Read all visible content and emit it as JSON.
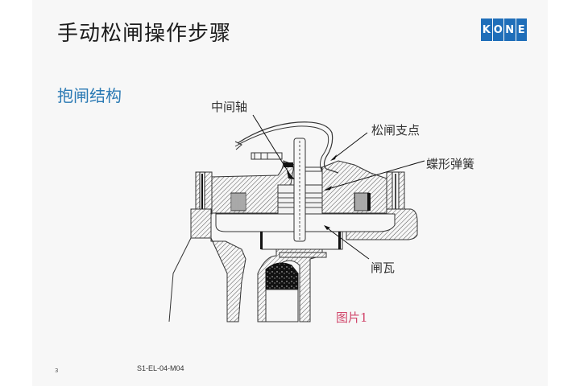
{
  "slide": {
    "title": "手动松闸操作步骤",
    "subtitle": "抱闸结构",
    "logo": {
      "text": "KONE",
      "letters": [
        "K",
        "O",
        "N",
        "E"
      ],
      "color": "#1f6eb9"
    },
    "figure": {
      "callouts": [
        {
          "id": "center-shaft",
          "label": "中间轴"
        },
        {
          "id": "release-pivot",
          "label": "松闸支点"
        },
        {
          "id": "disc-spring",
          "label": "蝶形弹簧"
        },
        {
          "id": "brake-shoe",
          "label": "闸瓦"
        }
      ],
      "caption": "图片1",
      "caption_color": "#d0456a"
    },
    "footer": {
      "page_number": "3",
      "document_code": "S1-EL-04-M04"
    }
  }
}
